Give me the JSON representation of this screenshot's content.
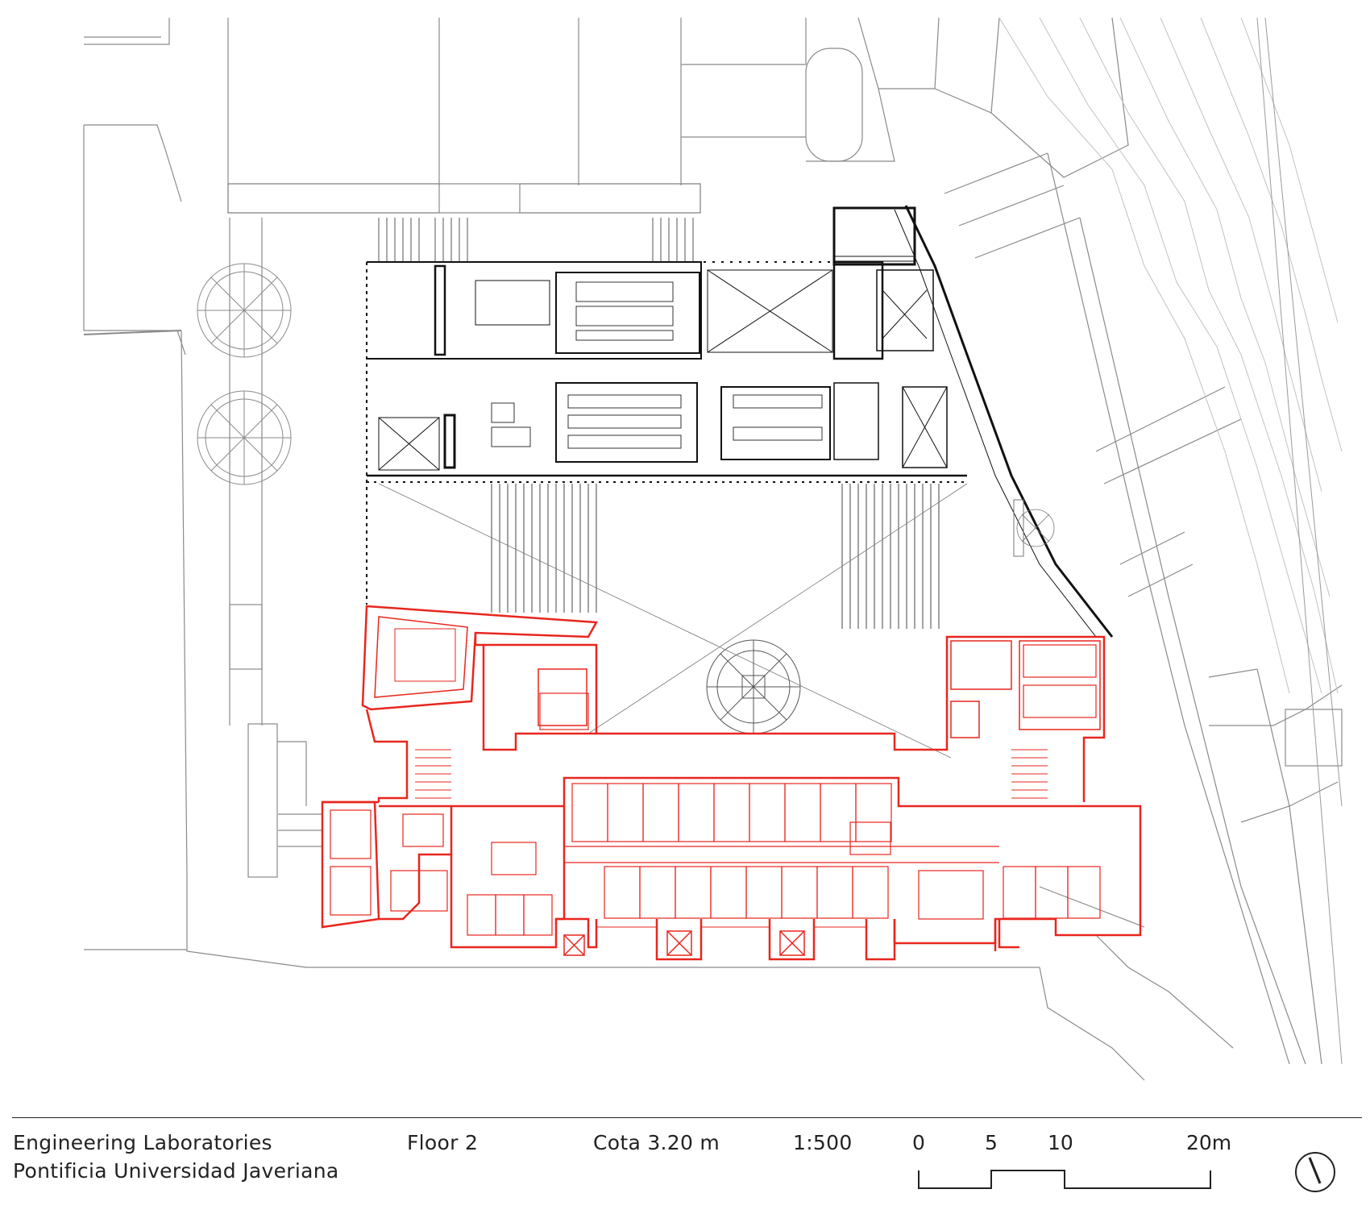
{
  "footer": {
    "project_title": "Engineering Laboratories",
    "institution": "Pontificia Universidad Javeriana",
    "floor": "Floor 2",
    "elevation": "Cota 3.20 m",
    "scale_ratio": "1:500",
    "scale_ticks": [
      "0",
      "5",
      "10",
      "20m"
    ]
  },
  "colors": {
    "line": "#555555",
    "line_light": "#9a9a9a",
    "ink": "#111111",
    "highlight": "#e8261e",
    "background": "#ffffff"
  },
  "icons": {
    "north": "north-arrow-icon",
    "tree": "tree-icon"
  }
}
